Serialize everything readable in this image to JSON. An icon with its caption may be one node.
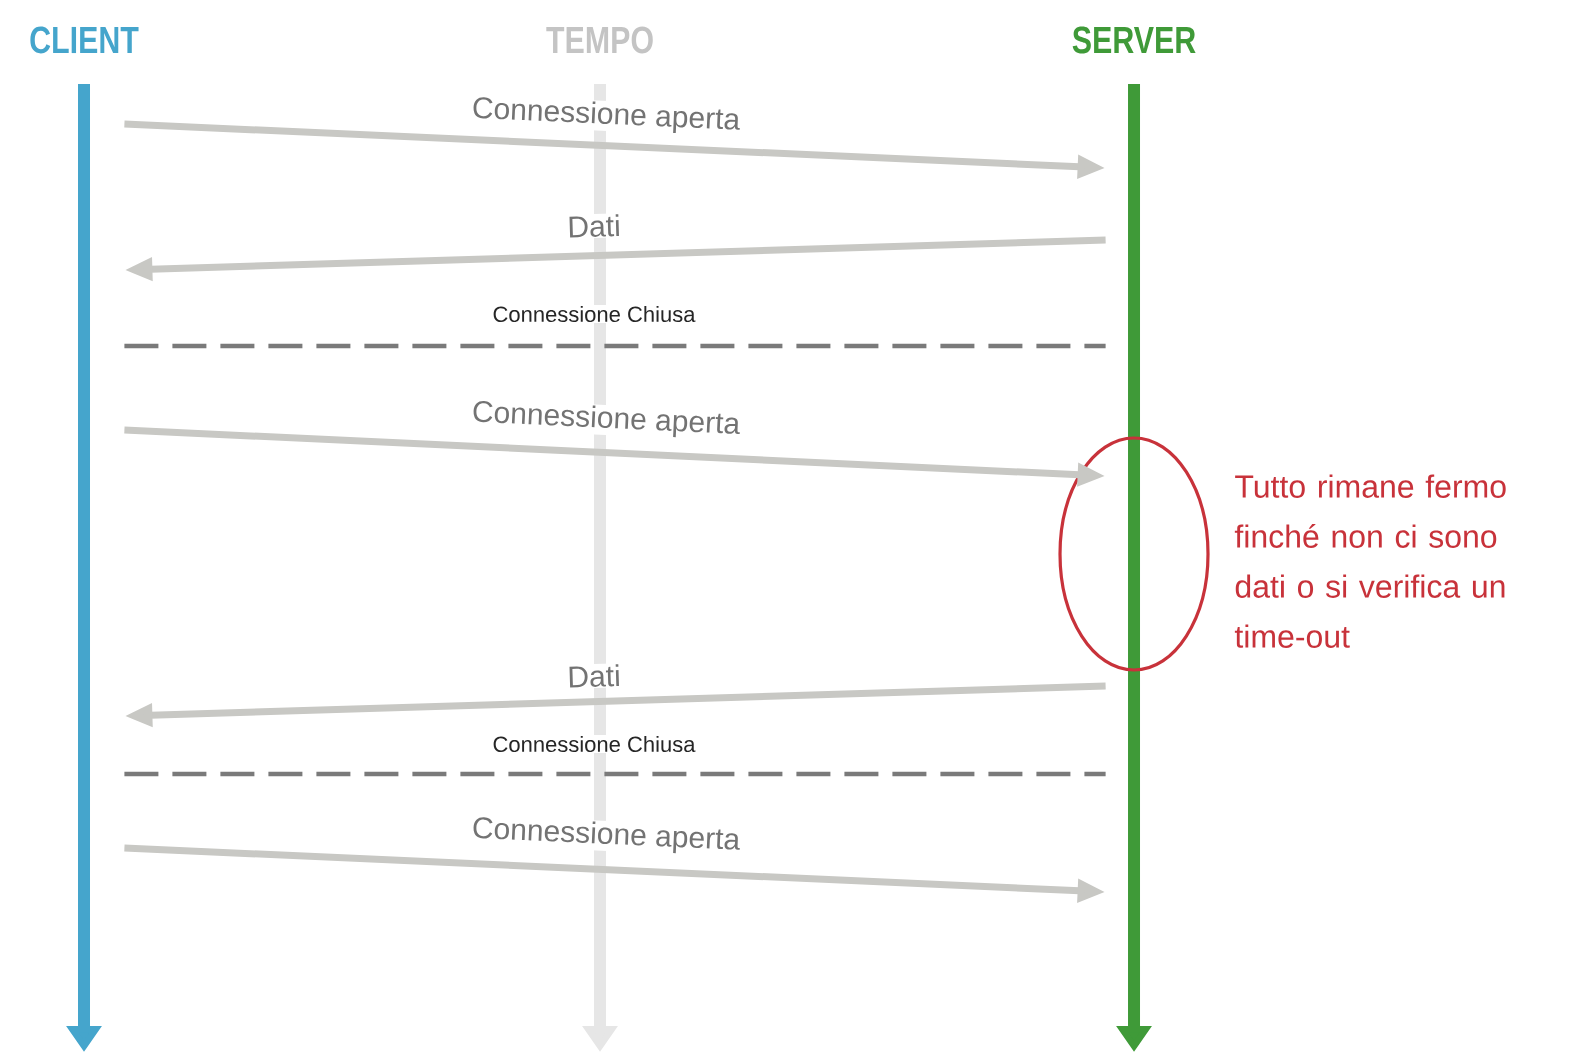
{
  "diagram": {
    "nodes": [
      {
        "text": [
          "CLIENT"
        ]
      },
      {
        "text": [
          "SERVER"
        ]
      },
      {
        "text": [],
        "shape": "circle",
        "beside": [
          "Tutto rimane fermo finché non ci sono dati o si verifica un time-out"
        ]
      }
    ],
    "edges": [
      {
        "from": 0,
        "to": 1,
        "arrow": "to",
        "label": "Connessione aperta"
      },
      {
        "from": 1,
        "to": 0,
        "arrow": "to",
        "label": "Dati"
      },
      {
        "from": 0,
        "to": 1,
        "arrow": "none",
        "label": "Connessione Chiusa",
        "style": "dashed",
        "color": "#7a7a7a"
      },
      {
        "from": 0,
        "to": 1,
        "arrow": "to",
        "label": "Connessione aperta"
      },
      {
        "from": 1,
        "to": 0,
        "arrow": "to",
        "label": "Dati"
      },
      {
        "from": 0,
        "to": 1,
        "arrow": "none",
        "label": "Connessione Chiusa",
        "style": "dashed",
        "color": "#7a7a7a"
      },
      {
        "from": 0,
        "to": 1,
        "arrow": "to",
        "label": "Connessione aperta"
      }
    ],
    "labels": [
      "TEMPO"
    ]
  }
}
